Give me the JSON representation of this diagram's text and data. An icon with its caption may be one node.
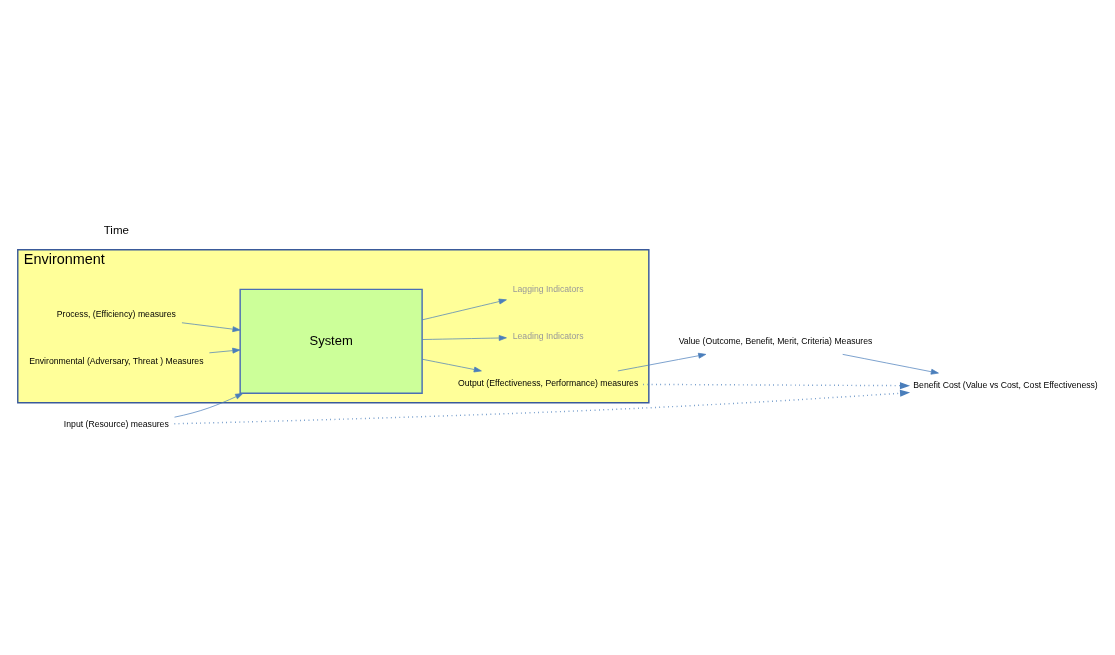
{
  "diagram": {
    "nodes": [
      {
        "text": [
          "Environment"
        ]
      },
      {
        "text": [
          "Process, (Efficiency) measures"
        ],
        "in": 0
      },
      {
        "text": [
          "System"
        ],
        "in": 0
      },
      {
        "text": [
          "Input (Resource) measures"
        ]
      },
      {
        "text": [
          "Output (Effectiveness, Performance) measures"
        ],
        "in": 0
      },
      {
        "text": [
          "Value (Outcome, Benefit, Merit, Criteria) Measures"
        ]
      },
      {
        "text": [
          "Benefit Cost (Value vs Cost, Cost Effectiveness)"
        ]
      },
      {
        "text": [
          "Leading Indicators"
        ],
        "in": 0
      },
      {
        "text": [
          "Environmental (Adversary, Threat ) Measures"
        ],
        "in": 0
      },
      {
        "text": [
          "Lagging Indicators"
        ],
        "in": 0
      }
    ],
    "edges": [
      {
        "from": 1,
        "to": 2,
        "arrow": "to"
      },
      {
        "from": 3,
        "to": 2,
        "arrow": "to"
      },
      {
        "from": 2,
        "to": 4,
        "arrow": "to"
      },
      {
        "from": 4,
        "to": 5,
        "arrow": "to"
      },
      {
        "from": 5,
        "to": 6,
        "arrow": "to"
      },
      {
        "from": 2,
        "to": 7,
        "arrow": "to"
      },
      {
        "from": 8,
        "to": 2,
        "arrow": "to"
      },
      {
        "from": 2,
        "to": 9,
        "arrow": "to"
      },
      {
        "from": 4,
        "to": 6,
        "arrow": "to",
        "style": "dashed"
      },
      {
        "from": 3,
        "to": 6,
        "arrow": "to",
        "style": "dashed"
      }
    ],
    "labels": [
      "Time"
    ]
  }
}
